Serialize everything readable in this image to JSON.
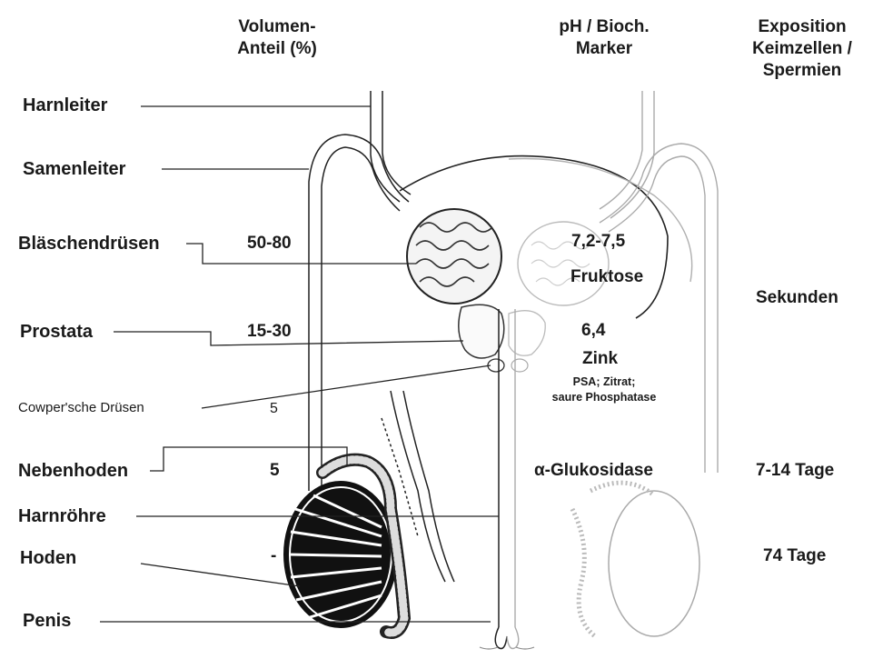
{
  "headers": {
    "volume_l1": "Volumen-",
    "volume_l2": "Anteil (%)",
    "ph_l1": "pH / Bioch.",
    "ph_l2": "Marker",
    "exposure_l1": "Exposition",
    "exposure_l2": "Keimzellen /",
    "exposure_l3": "Spermien"
  },
  "structures": {
    "harnleiter": "Harnleiter",
    "samenleiter": "Samenleiter",
    "blaeschendruesen": "Bläschendrüsen",
    "prostata": "Prostata",
    "cowper": "Cowper'sche Drüsen",
    "nebenhoden": "Nebenhoden",
    "harnroehre": "Harnröhre",
    "hoden": "Hoden",
    "penis": "Penis"
  },
  "volume": {
    "blaeschendruesen": "50-80",
    "prostata": "15-30",
    "cowper": "5",
    "nebenhoden": "5",
    "hoden": "-"
  },
  "markers": {
    "blaeschen_ph": "7,2-7,5",
    "blaeschen_marker": "Fruktose",
    "prostata_ph": "6,4",
    "prostata_marker": "Zink",
    "prostata_sub_l1": "PSA; Zitrat;",
    "prostata_sub_l2": "saure Phosphatase",
    "nebenhoden_marker": "α-Glukosidase"
  },
  "exposure": {
    "sekunden": "Sekunden",
    "nebenhoden": "7-14 Tage",
    "hoden": "74 Tage"
  }
}
